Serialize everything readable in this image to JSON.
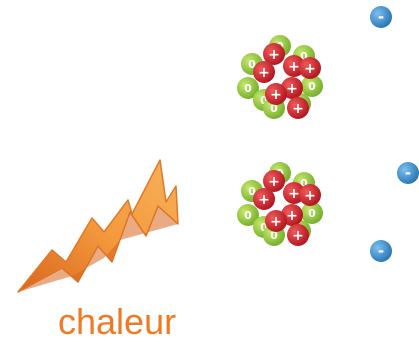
{
  "caption": "chaleur",
  "nuclei": [
    {
      "protons": [
        {
          "label": "+"
        },
        {
          "label": "+"
        },
        {
          "label": "+"
        },
        {
          "label": "+"
        },
        {
          "label": "+"
        },
        {
          "label": "+"
        },
        {
          "label": "+"
        }
      ],
      "neutrons": [
        {
          "label": "0"
        },
        {
          "label": "0"
        },
        {
          "label": "0"
        },
        {
          "label": "0"
        },
        {
          "label": "0"
        },
        {
          "label": "0"
        },
        {
          "label": "0"
        },
        {
          "label": "0"
        }
      ]
    },
    {
      "protons": [
        {
          "label": "+"
        },
        {
          "label": "+"
        },
        {
          "label": "+"
        },
        {
          "label": "+"
        },
        {
          "label": "+"
        },
        {
          "label": "+"
        },
        {
          "label": "+"
        }
      ],
      "neutrons": [
        {
          "label": "0"
        },
        {
          "label": "0"
        },
        {
          "label": "0"
        },
        {
          "label": "0"
        },
        {
          "label": "0"
        },
        {
          "label": "0"
        },
        {
          "label": "0"
        },
        {
          "label": "0"
        }
      ]
    }
  ],
  "electrons": [
    {
      "label": "-"
    },
    {
      "label": "-"
    },
    {
      "label": "-"
    }
  ],
  "colors": {
    "lightning": "#f39a3c",
    "lightning_dark": "#d9661e",
    "proton": "#d41f2a",
    "neutron": "#8cc63f",
    "electron": "#3b8ed0",
    "caption": "#f07a24"
  }
}
